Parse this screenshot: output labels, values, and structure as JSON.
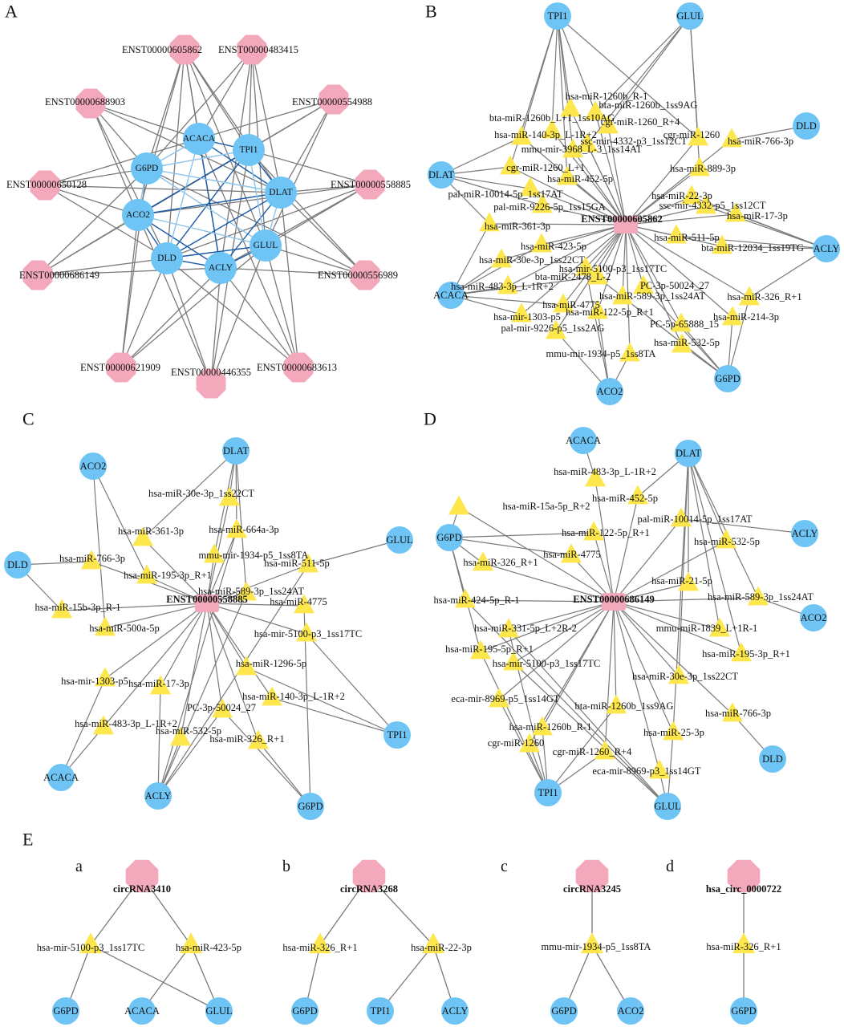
{
  "colors": {
    "gene": "#6ec4f4",
    "transcript": "#f4a8bb",
    "mirna": "#fde74c",
    "edge": "#7a7a7a",
    "edge_light": "#8ec4ec",
    "edge_dark": "#1a5aa8"
  },
  "panels": {
    "A": {
      "letter": "A",
      "genes": [
        "ACACA",
        "TPI1",
        "G6PD",
        "DLAT",
        "ACO2",
        "GLUL",
        "DLD",
        "ACLY"
      ],
      "transcripts": [
        "ENST00000605862",
        "ENST00000483415",
        "ENST00000688903",
        "ENST00000554988",
        "ENST00000650128",
        "ENST00000558885",
        "ENST00000686149",
        "ENST00000556989",
        "ENST00000621909",
        "ENST00000683613",
        "ENST00000446355"
      ]
    },
    "B": {
      "letter": "B",
      "hub": "ENST00000605862",
      "genes": [
        "TPI1",
        "GLUL",
        "DLD",
        "DLAT",
        "ACLY",
        "ACACA",
        "ACO2",
        "G6PD"
      ],
      "mirnas": [
        "hsa-miR-1260b_R-1",
        "bta-miR-1260b_1ss9AG",
        "bta-miR-1260b_L+1_1ss10AG",
        "cgr-miR-1260_R+4",
        "hsa-miR-140-3p_L-1R+2",
        "ssc-mir-4332-p3_1ss12CT",
        "mmu-mir-3968_L-3_1ss14AT",
        "cgr-miR-1260",
        "hsa-miR-766-3p",
        "hsa-miR-889-3p",
        "cgr-miR-1260_L+1",
        "hsa-miR-452-5p",
        "pal-miR-10014-5p_1ss17AT",
        "hsa-miR-22-3p",
        "pal-miR-9226-5p_1ss15GA",
        "ssc-mir-4332-p5_1ss12CT",
        "hsa-miR-17-3p",
        "hsa-miR-361-3p",
        "hsa-miR-511-5p",
        "hsa-miR-423-5p",
        "bta-miR-12034_1ss19TG",
        "hsa-miR-30e-3p_1ss22CT",
        "hsa-mir-5100-p3_1ss17TC",
        "bta-miR-2478_L-2",
        "PC-3p-50024_27",
        "hsa-miR-483-3p_L-1R+2",
        "hsa-miR-326_R+1",
        "hsa-miR-4775",
        "hsa-miR-589-3p_1ss24AT",
        "hsa-mir-1303-p5",
        "hsa-miR-122-5p_R+1",
        "hsa-miR-214-3p",
        "PC-5p-65888_15",
        "pal-mir-9226-p5_1ss2AG",
        "hsa-miR-532-5p",
        "mmu-mir-1934-p5_1ss8TA"
      ]
    },
    "C": {
      "letter": "C",
      "hub": "ENST00000558885",
      "genes": [
        "ACO2",
        "DLAT",
        "GLUL",
        "DLD",
        "ACACA",
        "ACLY",
        "G6PD",
        "TPI1"
      ],
      "mirnas": [
        "hsa-miR-30e-3p_1ss22CT",
        "hsa-miR-361-3p",
        "hsa-miR-664a-3p",
        "mmu-mir-1934-p5_1ss8TA",
        "hsa-miR-766-3p",
        "hsa-miR-511-5p",
        "hsa-miR-195-3p_R+1",
        "hsa-miR-589-3p_1ss24AT",
        "hsa-miR-4775",
        "hsa-miR-15b-3p_R-1",
        "hsa-miR-500a-5p",
        "hsa-mir-5100-p3_1ss17TC",
        "hsa-miR-1296-5p",
        "hsa-mir-1303-p5",
        "hsa-miR-17-3p",
        "hsa-miR-140-3p_L-1R+2",
        "PC-3p-50024_27",
        "hsa-miR-483-3p_L-1R+2",
        "hsa-miR-532-5p",
        "hsa-miR-326_R+1"
      ]
    },
    "D": {
      "letter": "D",
      "hub": "ENST00000686149",
      "genes": [
        "ACACA",
        "DLAT",
        "G6PD",
        "ACLY",
        "ACO2",
        "DLD",
        "TPI1",
        "GLUL"
      ],
      "mirnas": [
        "hsa-miR-483-3p_L-1R+2",
        "hsa-miR-452-5p",
        "hsa-miR-15a-5p_R+2",
        "hsa-miR-122-5p_R+1",
        "pal-miR-10014-5p_1ss17AT",
        "hsa-miR-532-5p",
        "hsa-miR-4775",
        "hsa-miR-326_R+1",
        "hsa-miR-21-5p",
        "hsa-miR-424-5p_R-1",
        "hsa-miR-589-3p_1ss24AT",
        "hsa-miR-331-5p_L+2R-2",
        "mmu-miR-1839_L+1R-1",
        "hsa-miR-195-5p_R+1",
        "hsa-miR-195-3p_R+1",
        "hsa-mir-5100-p3_1ss17TC",
        "hsa-miR-30e-3p_1ss22CT",
        "eca-mir-8969-p5_1ss14GT",
        "bta-miR-1260b_1ss9AG",
        "hsa-miR-766-3p",
        "hsa-miR-1260b_R-1",
        "hsa-miR-25-3p",
        "cgr-miR-1260",
        "cgr-miR-1260_R+4",
        "eca-mir-8969-p3_1ss14GT"
      ]
    },
    "E": {
      "letter": "E",
      "subpanels": [
        {
          "letter": "a",
          "circ": "circRNA3410",
          "mirnas": [
            "hsa-mir-5100-p3_1ss17TC",
            "hsa-miR-423-5p"
          ],
          "genes": [
            "G6PD",
            "ACACA",
            "GLUL"
          ]
        },
        {
          "letter": "b",
          "circ": "circRNA3268",
          "mirnas": [
            "hsa-miR-326_R+1",
            "hsa-miR-22-3p"
          ],
          "genes": [
            "G6PD",
            "TPI1",
            "ACLY"
          ]
        },
        {
          "letter": "c",
          "circ": "circRNA3245",
          "mirnas": [
            "mmu-mir-1934-p5_1ss8TA"
          ],
          "genes": [
            "G6PD",
            "ACO2"
          ]
        },
        {
          "letter": "d",
          "circ": "hsa_circ_0000722",
          "mirnas": [
            "hsa-miR-326_R+1"
          ],
          "genes": [
            "G6PD"
          ]
        }
      ]
    }
  }
}
